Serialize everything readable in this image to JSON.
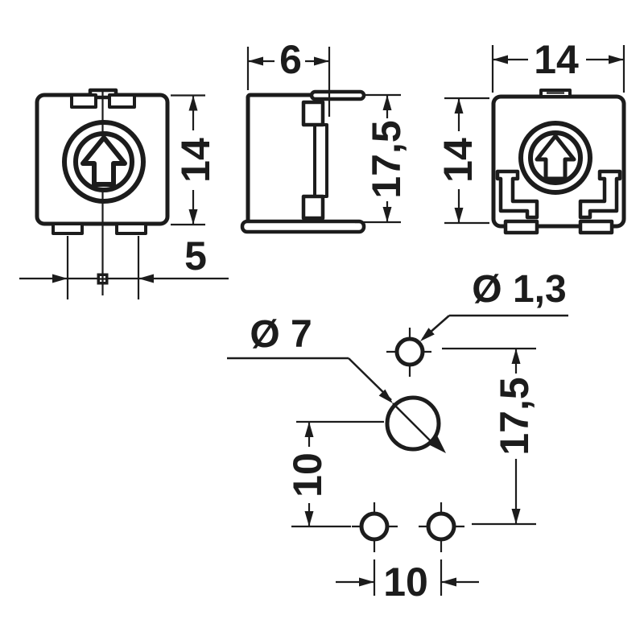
{
  "colors": {
    "ink": "#1c1c1c",
    "background": "#ffffff"
  },
  "views": {
    "front": {
      "height": "14",
      "pin_spacing": "5"
    },
    "side": {
      "width": "6",
      "height": "17,5"
    },
    "back": {
      "width": "14",
      "height": "14"
    },
    "footprint": {
      "rotor_hole_diameter": "Ø 7",
      "pin_hole_diameter": "Ø 1,3",
      "vertical_spacing": "17,5",
      "vertical_offset": "10",
      "horizontal_pitch": "10"
    }
  }
}
